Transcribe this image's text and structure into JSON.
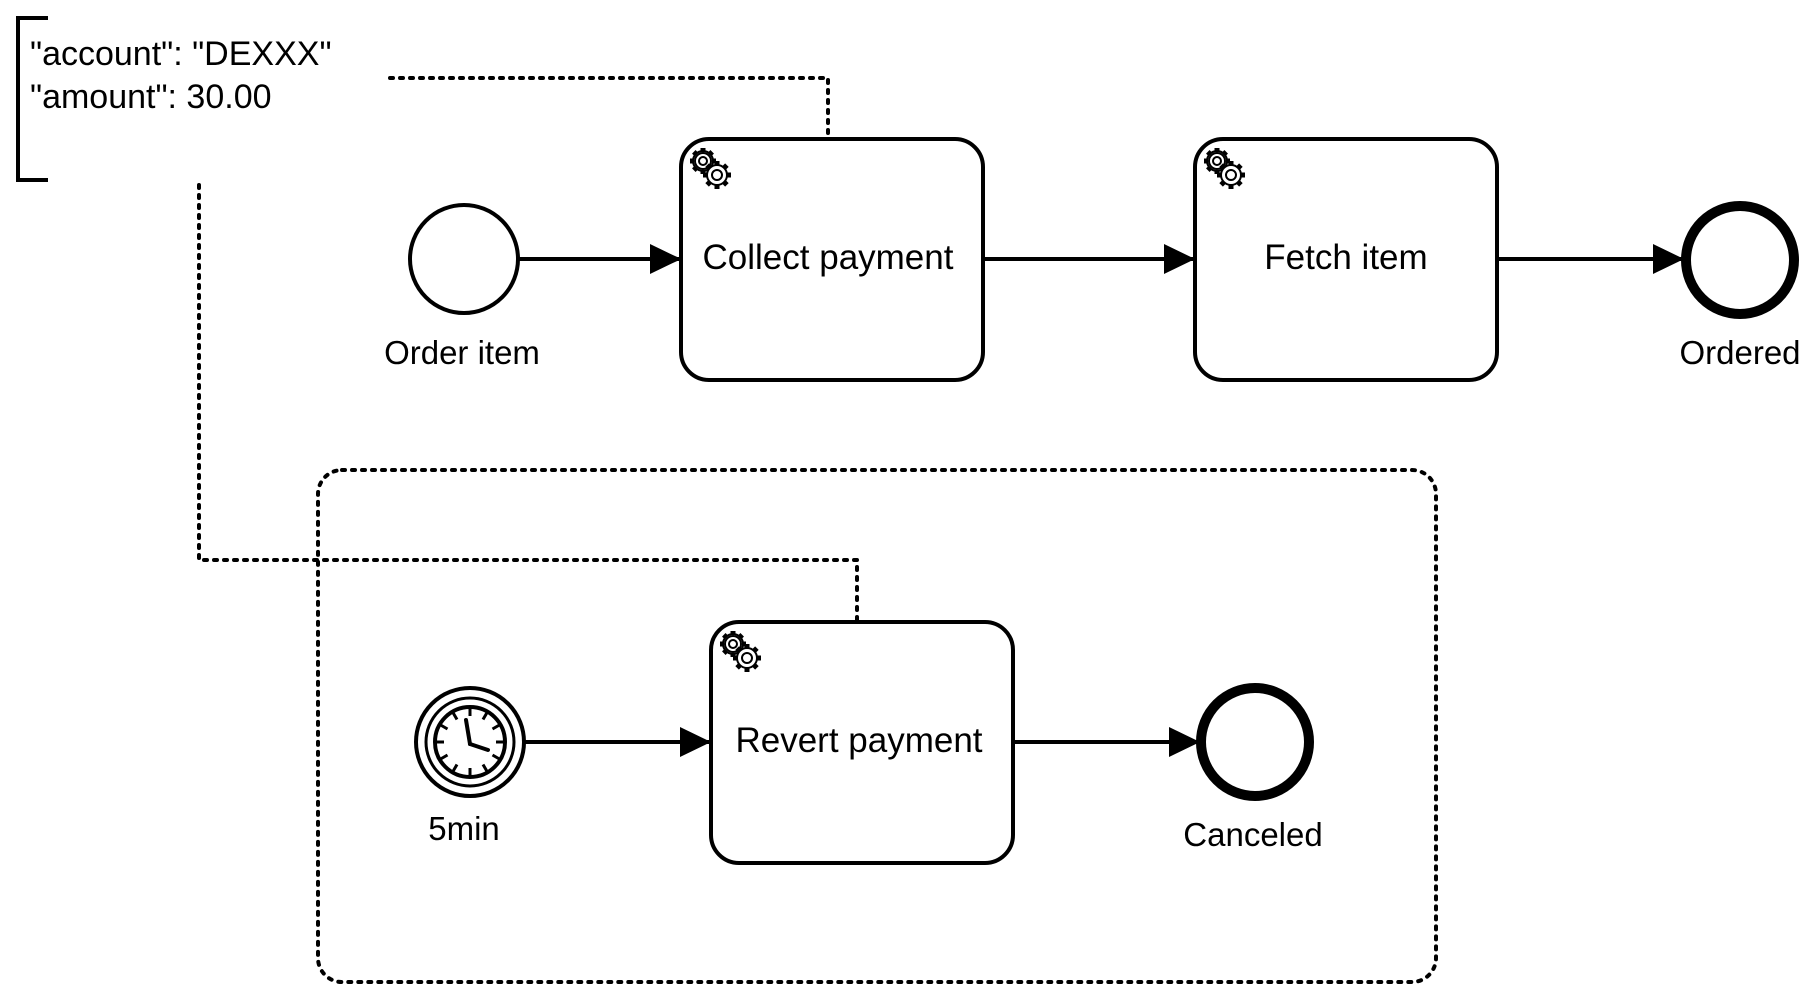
{
  "annotation": {
    "lines": [
      "\"account\": \"DEXXX\"",
      "\"amount\": 30.00"
    ]
  },
  "main_flow": {
    "start_event": {
      "label": "Order item"
    },
    "task_collect": {
      "label": "Collect payment",
      "icon": "service-task-gears-icon"
    },
    "task_fetch": {
      "label": "Fetch item",
      "icon": "service-task-gears-icon"
    },
    "end_event": {
      "label": "Ordered"
    }
  },
  "event_subprocess": {
    "timer_start": {
      "label": "5min",
      "icon": "clock-icon"
    },
    "task_revert": {
      "label": "Revert payment",
      "icon": "service-task-gears-icon"
    },
    "end_event": {
      "label": "Canceled"
    }
  },
  "colors": {
    "stroke": "#000000",
    "background": "#ffffff"
  }
}
